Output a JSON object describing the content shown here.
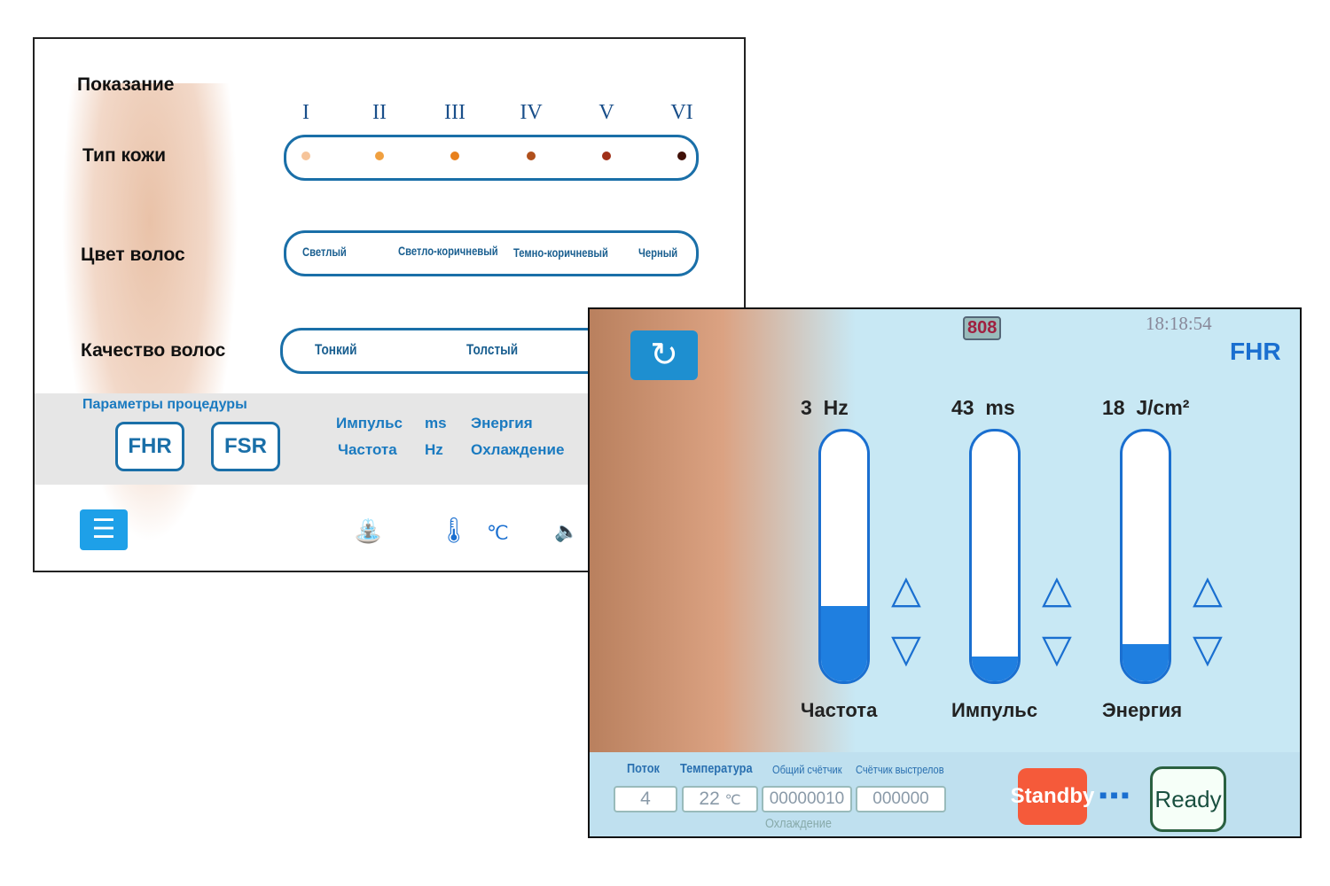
{
  "screen1": {
    "indication": "Показание",
    "skin_type_label": "Тип кожи",
    "skin_types": [
      "I",
      "II",
      "III",
      "IV",
      "V",
      "VI"
    ],
    "skin_colors": [
      "#f6c49a",
      "#f0a040",
      "#e8801c",
      "#b0501c",
      "#a03018",
      "#401008"
    ],
    "hair_color_label": "Цвет волос",
    "hair_colors": [
      "Светлый",
      "Светло-коричневый",
      "Темно-коричневый",
      "Черный"
    ],
    "hair_quality_label": "Качество волос",
    "hair_quality": [
      "Тонкий",
      "Толстый"
    ],
    "params_label": "Параметры процедуры",
    "modes": [
      "FHR",
      "FSR"
    ],
    "param_names": [
      "Импульс",
      "Частота"
    ],
    "param_units": [
      "ms",
      "Hz"
    ],
    "param_names2": [
      "Энергия",
      "Охлаждение"
    ]
  },
  "screen2": {
    "wavelength": "808",
    "time": "18:18:54",
    "mode": "FHR",
    "controls": [
      {
        "value": "3",
        "unit": "Hz",
        "name": "Частота",
        "level": 0.3
      },
      {
        "value": "43",
        "unit": "ms",
        "name": "Импульс",
        "level": 0.1
      },
      {
        "value": "18",
        "unit": "J/cm²",
        "name": "Энергия",
        "level": 0.15
      }
    ],
    "status_labels": [
      "Поток",
      "Температура",
      "Общий счётчик",
      "Счётчик выстрелов"
    ],
    "flow": "4",
    "temperature": "22",
    "temp_unit": "℃",
    "total_counter": "00000010",
    "shot_counter": "000000",
    "standby": "Standby",
    "ready": "Ready",
    "dots": "■ ■ ■",
    "cooling": "Охлаждение"
  }
}
